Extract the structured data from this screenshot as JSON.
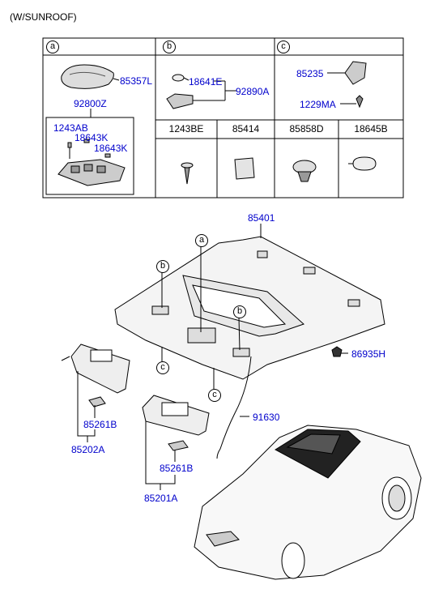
{
  "header": {
    "title": "(W/SUNROOF)"
  },
  "table": {
    "sections": [
      {
        "letter": "a",
        "parts": [
          "85357L",
          "92800Z",
          "1243AB",
          "18643K",
          "18643K"
        ]
      },
      {
        "letter": "b",
        "parts": [
          "18641E",
          "92890A"
        ]
      },
      {
        "letter": "c",
        "parts": [
          "85235",
          "1229MA"
        ]
      }
    ],
    "columns": [
      "1243BE",
      "85414",
      "85858D",
      "18645B"
    ]
  },
  "diagram": {
    "headliner": "85401",
    "lamp_wire": "91630",
    "clip": "86935H",
    "visor_label_right": "85261B",
    "visor_right": "85202A",
    "visor_label_left": "85261B",
    "visor_left": "85201A",
    "callouts": [
      "a",
      "b",
      "b",
      "c",
      "c"
    ]
  },
  "colors": {
    "part_number": "#0000cc",
    "line": "#000000"
  }
}
